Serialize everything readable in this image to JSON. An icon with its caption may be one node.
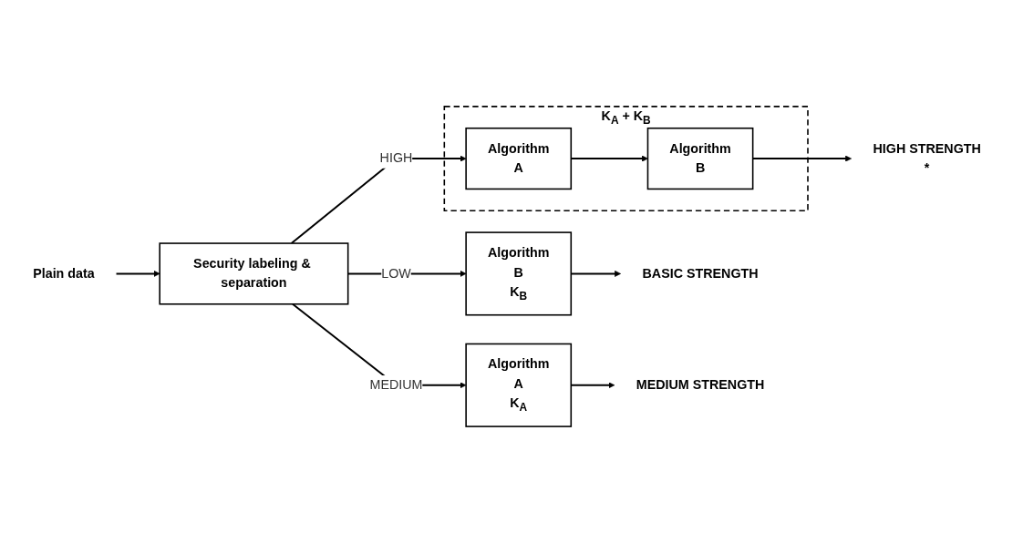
{
  "diagram": {
    "nodes": [
      {
        "text": [
          "Plain data"
        ]
      },
      {
        "text": [
          "Security labeling & separation"
        ]
      },
      {
        "text": [
          "Algorithm",
          "B",
          "K$_{B}$"
        ]
      },
      {
        "text": [
          "BASIC STRENGTH"
        ]
      },
      {
        "text": [
          "Algorithm",
          "A",
          "K$_{A}$"
        ]
      },
      {
        "text": [
          "MEDIUM STRENGTH"
        ]
      },
      {
        "text": [],
        "shape": "box",
        "beside": [
          "K$_{A}$ + K$_{B}$"
        ]
      },
      {
        "text": [
          "Algorithm",
          "A"
        ],
        "in": 6
      },
      {
        "text": [
          "Algorithm",
          "B"
        ],
        "in": 6
      },
      {
        "text": [
          "HIGH STRENGTH"
        ],
        "beside": [
          "*"
        ]
      }
    ],
    "edges": [
      {
        "from": 0,
        "to": 1,
        "arrow": "to"
      },
      {
        "from": 1,
        "to": 2,
        "label": "LOW",
        "arrow": "to"
      },
      {
        "from": 1,
        "to": 4,
        "label": "MEDIUM",
        "arrow": "to"
      },
      {
        "from": 1,
        "to": 7,
        "label": "HIGH",
        "arrow": "to"
      },
      {
        "from": 2,
        "to": 3,
        "arrow": "to"
      },
      {
        "from": 4,
        "to": 5,
        "arrow": "to"
      },
      {
        "from": 7,
        "to": 8,
        "arrow": "to"
      },
      {
        "from": 8,
        "to": 9,
        "arrow": "to"
      }
    ]
  }
}
